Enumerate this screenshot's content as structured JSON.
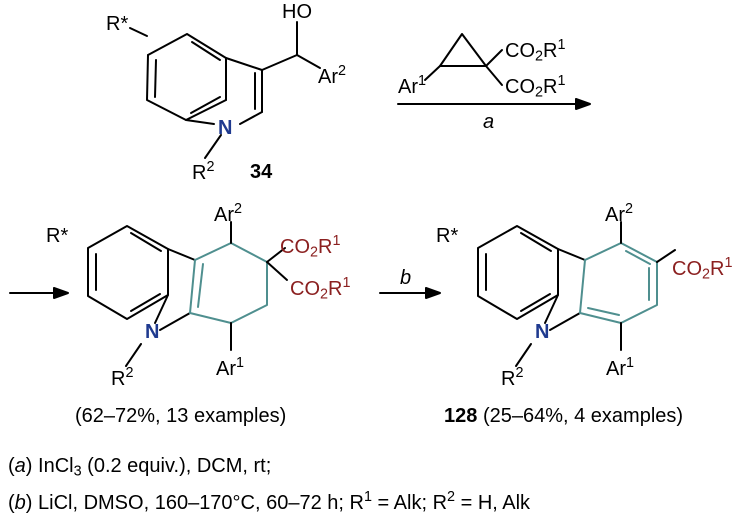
{
  "colors": {
    "bond": "#000000",
    "ring_highlight": "#4f8f8f",
    "nitrogen": "#1f3a8f",
    "ester": "#8b2020"
  },
  "atoms": {
    "r_star": "R*",
    "ho": "HO",
    "ar": "Ar",
    "r": "R",
    "n": "N",
    "co2": "CO",
    "sub2": "2",
    "sup1": "1",
    "sup2": "2"
  },
  "reagent_top": {
    "ar1_label": "Ar",
    "condition_label": "a"
  },
  "compound_34": {
    "id": "34"
  },
  "step_b": {
    "label": "b"
  },
  "intermediate": {
    "yield_note": "(62–72%, 13 examples)"
  },
  "product_128": {
    "id": "128",
    "yield_note": "(25–64%, 4 examples)"
  },
  "footnotes": {
    "a_label": "a",
    "a_text": "InCl",
    "a_sub": "3",
    "a_text2": " (0.2 equiv.), DCM, rt;",
    "b_label": "b",
    "b_text": "LiCl, DMSO, 160–170°C, 60–72 h; R",
    "b_sup1": "1",
    "b_mid": " = Alk; R",
    "b_sup2": "2",
    "b_end": " = H, Alk"
  }
}
